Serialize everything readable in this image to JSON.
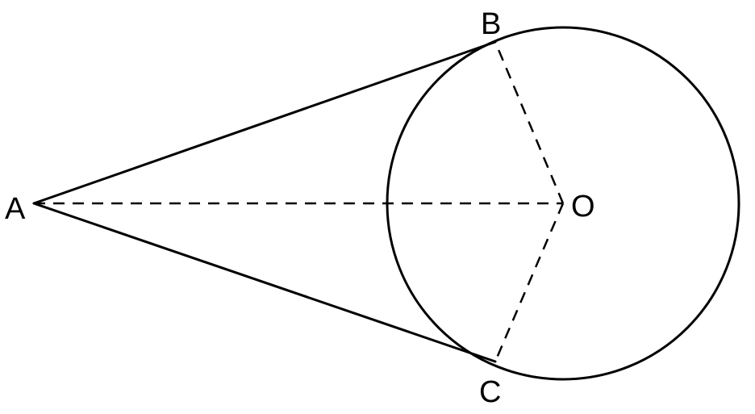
{
  "points": {
    "A": "A",
    "B": "B",
    "C": "C",
    "O": "O"
  },
  "colors": {
    "stroke": "#000000",
    "background": "#ffffff"
  }
}
